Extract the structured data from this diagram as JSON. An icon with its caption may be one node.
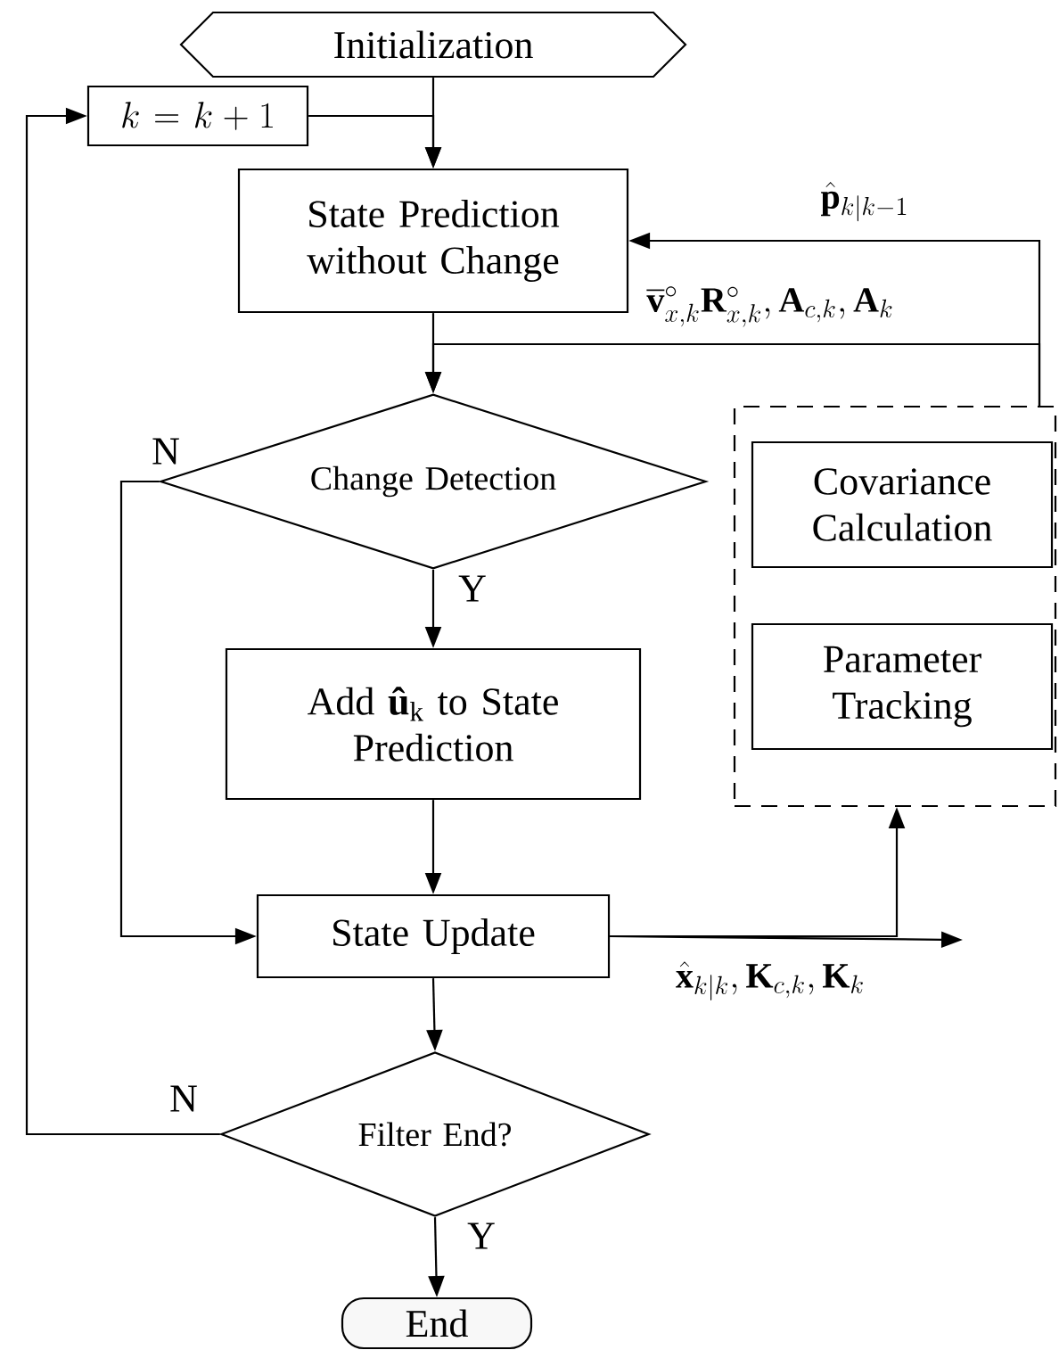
{
  "diagram": {
    "nodes": [
      {
        "text": [
          "Initialization"
        ]
      },
      {
        "text": [
          "k = k + 1"
        ]
      },
      {
        "text": [
          "State Prediction without Change"
        ]
      },
      {
        "text": [
          "Change Detection"
        ]
      },
      {
        "text": [
          "Add **û**$_{k}$ to State Prediction"
        ]
      },
      {
        "text": [
          "State Update"
        ]
      },
      {
        "text": [
          "Filter End?"
        ]
      },
      {
        "text": [
          "End"
        ]
      },
      {
        "text": [],
        "shape": "box"
      },
      {
        "text": [
          "Covariance Calculation"
        ],
        "in": 8
      },
      {
        "text": [
          "Parameter Tracking"
        ],
        "in": 8
      }
    ],
    "edges": [
      {
        "from": 0,
        "to": 2,
        "arrow": "to"
      },
      {
        "from": 1,
        "to": 2,
        "arrow": "to"
      },
      {
        "from": 8,
        "to": 2,
        "arrow": "to",
        "label": "\\hat{\\mathbf{p}}_{k|k-1}"
      },
      {
        "from": 8,
        "to": 3,
        "arrow": "to",
        "label": "\\overline{\\mathbf{v}}^{\\circ}_{x,k}\\mathbf{R}^{\\circ}_{x,k},\\mathbf{A}_{c,k},\\mathbf{A}_{k}"
      },
      {
        "from": 2,
        "to": 3,
        "arrow": "to"
      },
      {
        "from": 3,
        "to": 4,
        "arrow": "to",
        "label": "Y"
      },
      {
        "from": 3,
        "to": 5,
        "arrow": "to",
        "label": "N"
      },
      {
        "from": 4,
        "to": 5,
        "arrow": "to"
      },
      {
        "from": 5,
        "to": 8,
        "arrow": "to"
      },
      {
        "from": 5,
        "to": null,
        "arrow": "to",
        "label": "\\hat{\\mathbf{x}}_{k|k},\\mathbf{K}_{c,k},\\mathbf{K}_{k}"
      },
      {
        "from": 5,
        "to": 6,
        "arrow": "to"
      },
      {
        "from": 6,
        "to": 1,
        "arrow": "to",
        "label": "N"
      },
      {
        "from": 6,
        "to": 7,
        "arrow": "to",
        "label": "Y"
      }
    ]
  }
}
